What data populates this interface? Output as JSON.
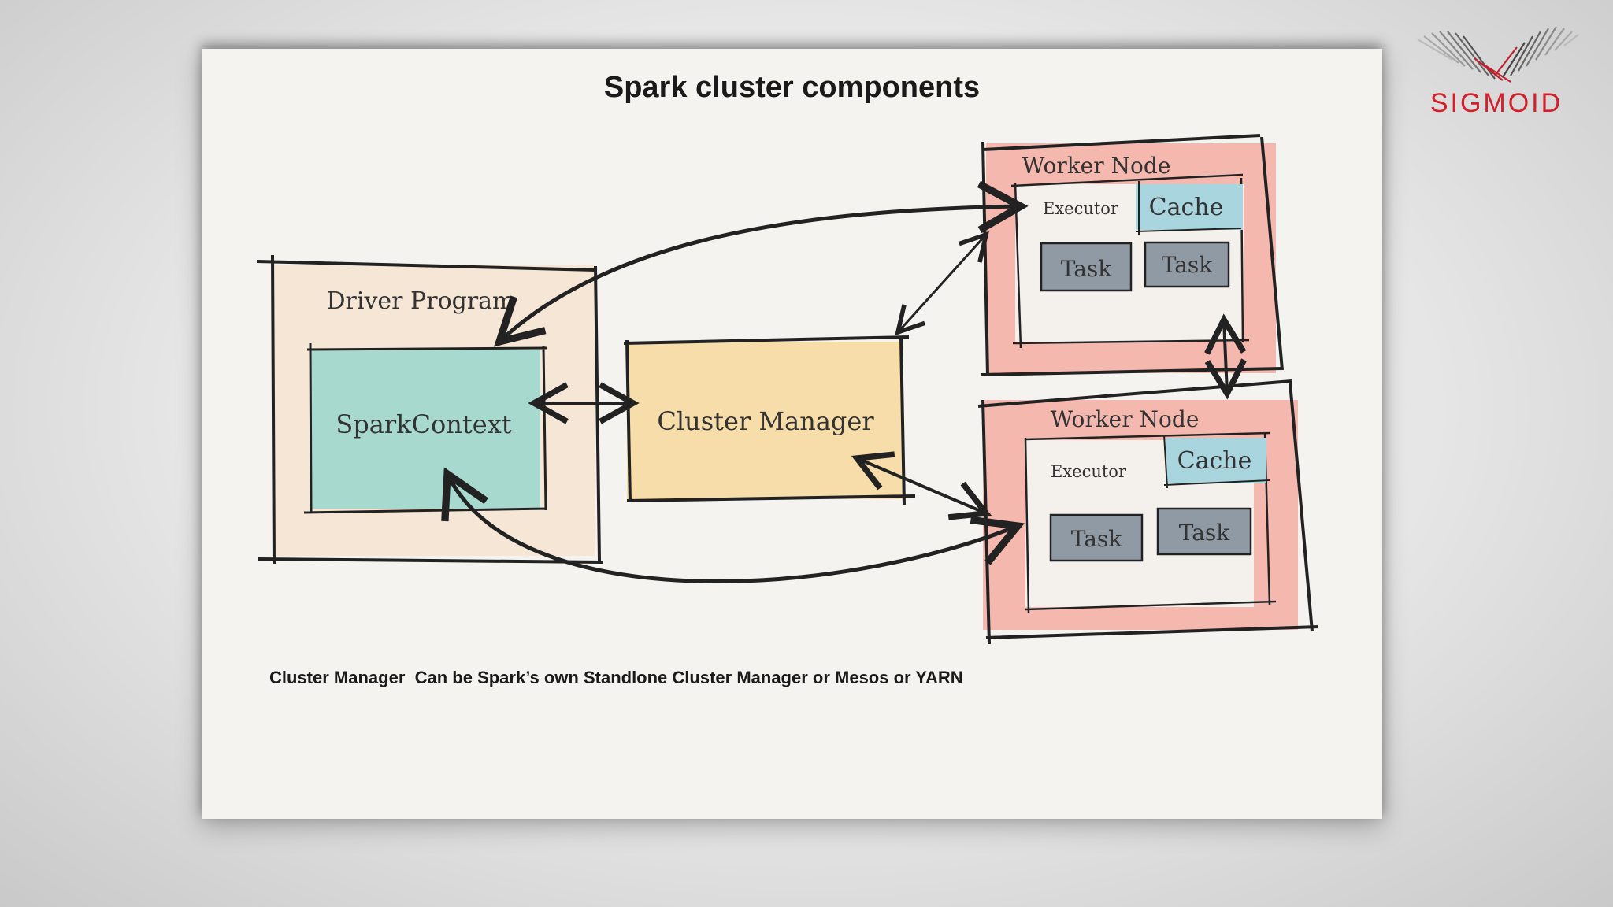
{
  "slide": {
    "title": "Spark cluster components",
    "caption": "Cluster Manager  Can be Spark’s own Standlone Cluster Manager or Mesos or YARN"
  },
  "diagram": {
    "driver_program": {
      "label": "Driver Program",
      "spark_context": "SparkContext"
    },
    "cluster_manager": {
      "label": "Cluster Manager"
    },
    "worker_nodes": [
      {
        "label": "Worker Node",
        "executor": "Executor",
        "cache": "Cache",
        "tasks": [
          "Task",
          "Task"
        ]
      },
      {
        "label": "Worker Node",
        "executor": "Executor",
        "cache": "Cache",
        "tasks": [
          "Task",
          "Task"
        ]
      }
    ],
    "colors": {
      "driver_fill": "#f6e6d6",
      "spark_context_fill": "#a8d9cf",
      "cluster_manager_fill": "#f6ddaa",
      "worker_fill": "#f4b8ae",
      "cache_fill": "#a9d6de",
      "task_fill": "#8f9aa5"
    }
  },
  "logo": {
    "text": "SIGMOID",
    "color": "#d21f2a"
  }
}
